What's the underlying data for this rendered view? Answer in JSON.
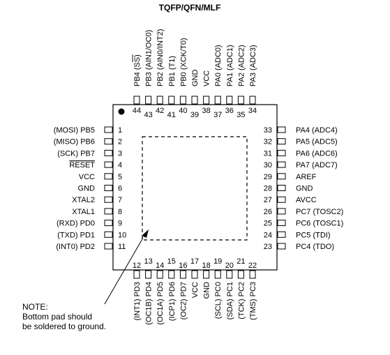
{
  "title": "TQFP/QFN/MLF",
  "note": [
    "NOTE:",
    "Bottom pad should",
    "be soldered to ground."
  ],
  "pins": {
    "left": [
      {
        "num": "1",
        "label": "(MOSI)  PB5"
      },
      {
        "num": "2",
        "label": "(MISO)  PB6"
      },
      {
        "num": "3",
        "label": "(SCK)  PB7"
      },
      {
        "num": "4",
        "label": "RESET",
        "overline": true
      },
      {
        "num": "5",
        "label": "VCC"
      },
      {
        "num": "6",
        "label": "GND"
      },
      {
        "num": "7",
        "label": "XTAL2"
      },
      {
        "num": "8",
        "label": "XTAL1"
      },
      {
        "num": "9",
        "label": "(RXD)  PD0"
      },
      {
        "num": "10",
        "label": "(TXD)  PD1"
      },
      {
        "num": "11",
        "label": "(INT0)  PD2"
      }
    ],
    "right": [
      {
        "num": "33",
        "label": "PA4  (ADC4)"
      },
      {
        "num": "32",
        "label": "PA5  (ADC5)"
      },
      {
        "num": "31",
        "label": "PA6  (ADC6)"
      },
      {
        "num": "30",
        "label": "PA7  (ADC7)"
      },
      {
        "num": "29",
        "label": "AREF"
      },
      {
        "num": "28",
        "label": "GND"
      },
      {
        "num": "27",
        "label": "AVCC"
      },
      {
        "num": "26",
        "label": "PC7  (TOSC2)"
      },
      {
        "num": "25",
        "label": "PC6  (TOSC1)"
      },
      {
        "num": "24",
        "label": "PC5  (TDI)"
      },
      {
        "num": "23",
        "label": "PC4  (TDO)"
      }
    ],
    "top": [
      {
        "num": "44",
        "label": "PB4  (SS)"
      },
      {
        "num": "43",
        "label": "PB3  (AIN1/OC0)"
      },
      {
        "num": "42",
        "label": "PB2  (AIN0/INT2)"
      },
      {
        "num": "41",
        "label": "PB1  (T1)"
      },
      {
        "num": "40",
        "label": "PB0  (XCK/T0)"
      },
      {
        "num": "39",
        "label": "GND"
      },
      {
        "num": "38",
        "label": "VCC"
      },
      {
        "num": "37",
        "label": "PA0  (ADC0)"
      },
      {
        "num": "36",
        "label": "PA1  (ADC1)"
      },
      {
        "num": "35",
        "label": "PA2  (ADC2)"
      },
      {
        "num": "34",
        "label": "PA3  (ADC3)"
      }
    ],
    "bottom": [
      {
        "num": "12",
        "label": "(INT1)  PD3"
      },
      {
        "num": "13",
        "label": "(OC1B)  PD4"
      },
      {
        "num": "14",
        "label": "(OC1A)  PD5"
      },
      {
        "num": "15",
        "label": "(ICP1)  PD6"
      },
      {
        "num": "16",
        "label": "(OC2)  PD7"
      },
      {
        "num": "17",
        "label": "VCC"
      },
      {
        "num": "18",
        "label": "GND"
      },
      {
        "num": "19",
        "label": "(SCL)  PC0"
      },
      {
        "num": "20",
        "label": "(SDA)  PC1"
      },
      {
        "num": "21",
        "label": "(TCK)  PC2"
      },
      {
        "num": "22",
        "label": "(TMS)  PC3"
      }
    ]
  }
}
